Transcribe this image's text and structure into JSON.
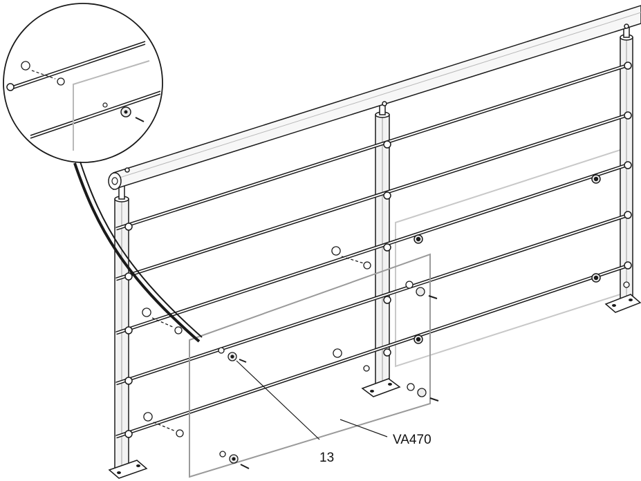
{
  "diagram": {
    "callouts": [
      {
        "id": "panel",
        "label": "VA470"
      },
      {
        "id": "fixing",
        "label": "13"
      }
    ],
    "colors": {
      "outline": "#1a1a1a",
      "glass_panel": "#9a9a9a",
      "glass_panel_far": "#c8c8c8",
      "detail_fill": "#ffffff",
      "part_fill": "#ececec"
    },
    "icons": {
      "detail_magnifier": "magnifier-circle",
      "leader": "curved-leader"
    }
  }
}
